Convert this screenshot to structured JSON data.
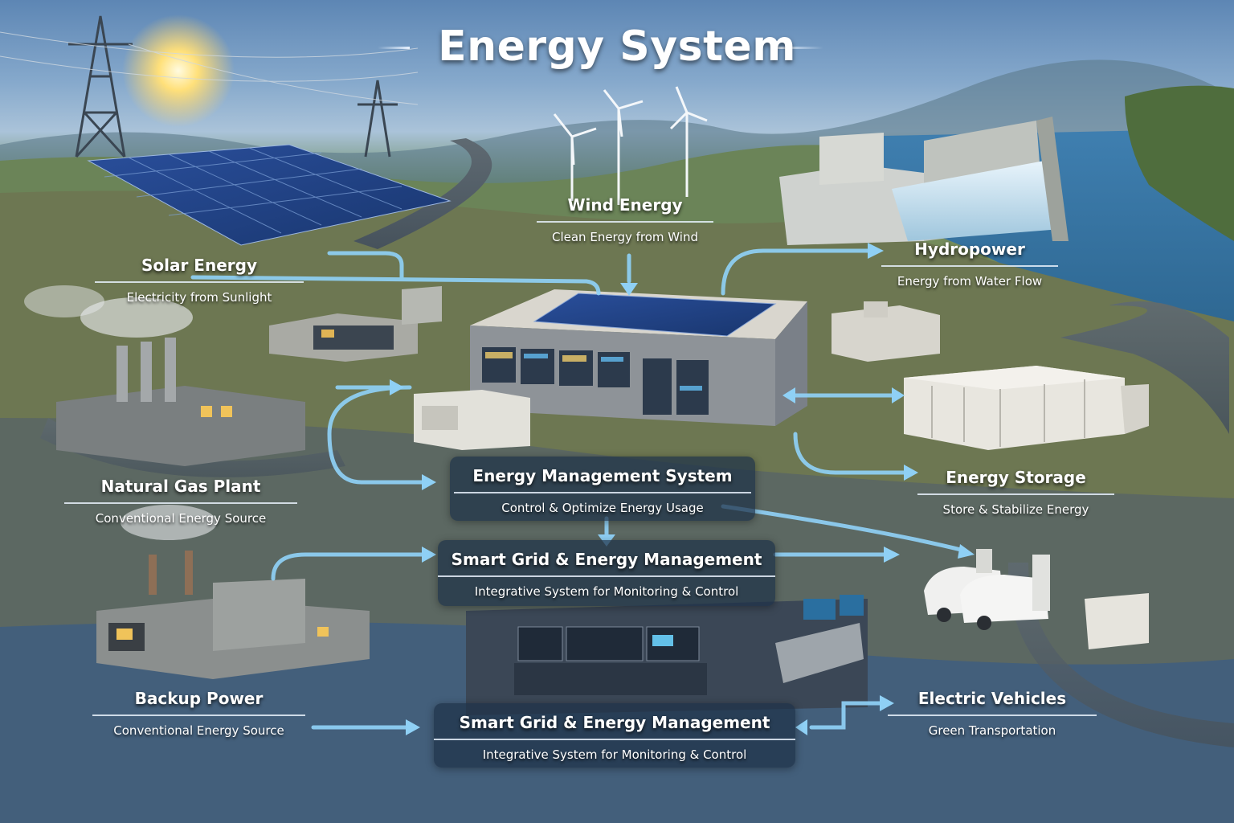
{
  "title": "Energy System",
  "nodes": {
    "solar": {
      "title": "Solar Energy",
      "subtitle": "Electricity from Sunlight"
    },
    "wind": {
      "title": "Wind Energy",
      "subtitle": "Clean Energy from Wind"
    },
    "hydro": {
      "title": "Hydropower",
      "subtitle": "Energy from Water Flow"
    },
    "gas": {
      "title": "Natural Gas Plant",
      "subtitle": "Conventional Energy Source"
    },
    "ems": {
      "title": "Energy Management System",
      "subtitle": "Control & Optimize Energy Usage"
    },
    "storage": {
      "title": "Energy Storage",
      "subtitle": "Store & Stabilize Energy"
    },
    "smartgrid_top": {
      "title": "Smart Grid & Energy Management",
      "subtitle": "Integrative System for Monitoring & Control"
    },
    "backup": {
      "title": "Backup Power",
      "subtitle": "Conventional Energy Source"
    },
    "smartgrid_bottom": {
      "title": "Smart Grid & Energy Management",
      "subtitle": "Integrative System for Monitoring & Control"
    },
    "ev": {
      "title": "Electric Vehicles",
      "subtitle": "Green Transportation"
    }
  },
  "colors": {
    "flow_arrow": "#8fd0f5",
    "title_text": "#ffffff",
    "panel_bg": "#1e3248"
  }
}
